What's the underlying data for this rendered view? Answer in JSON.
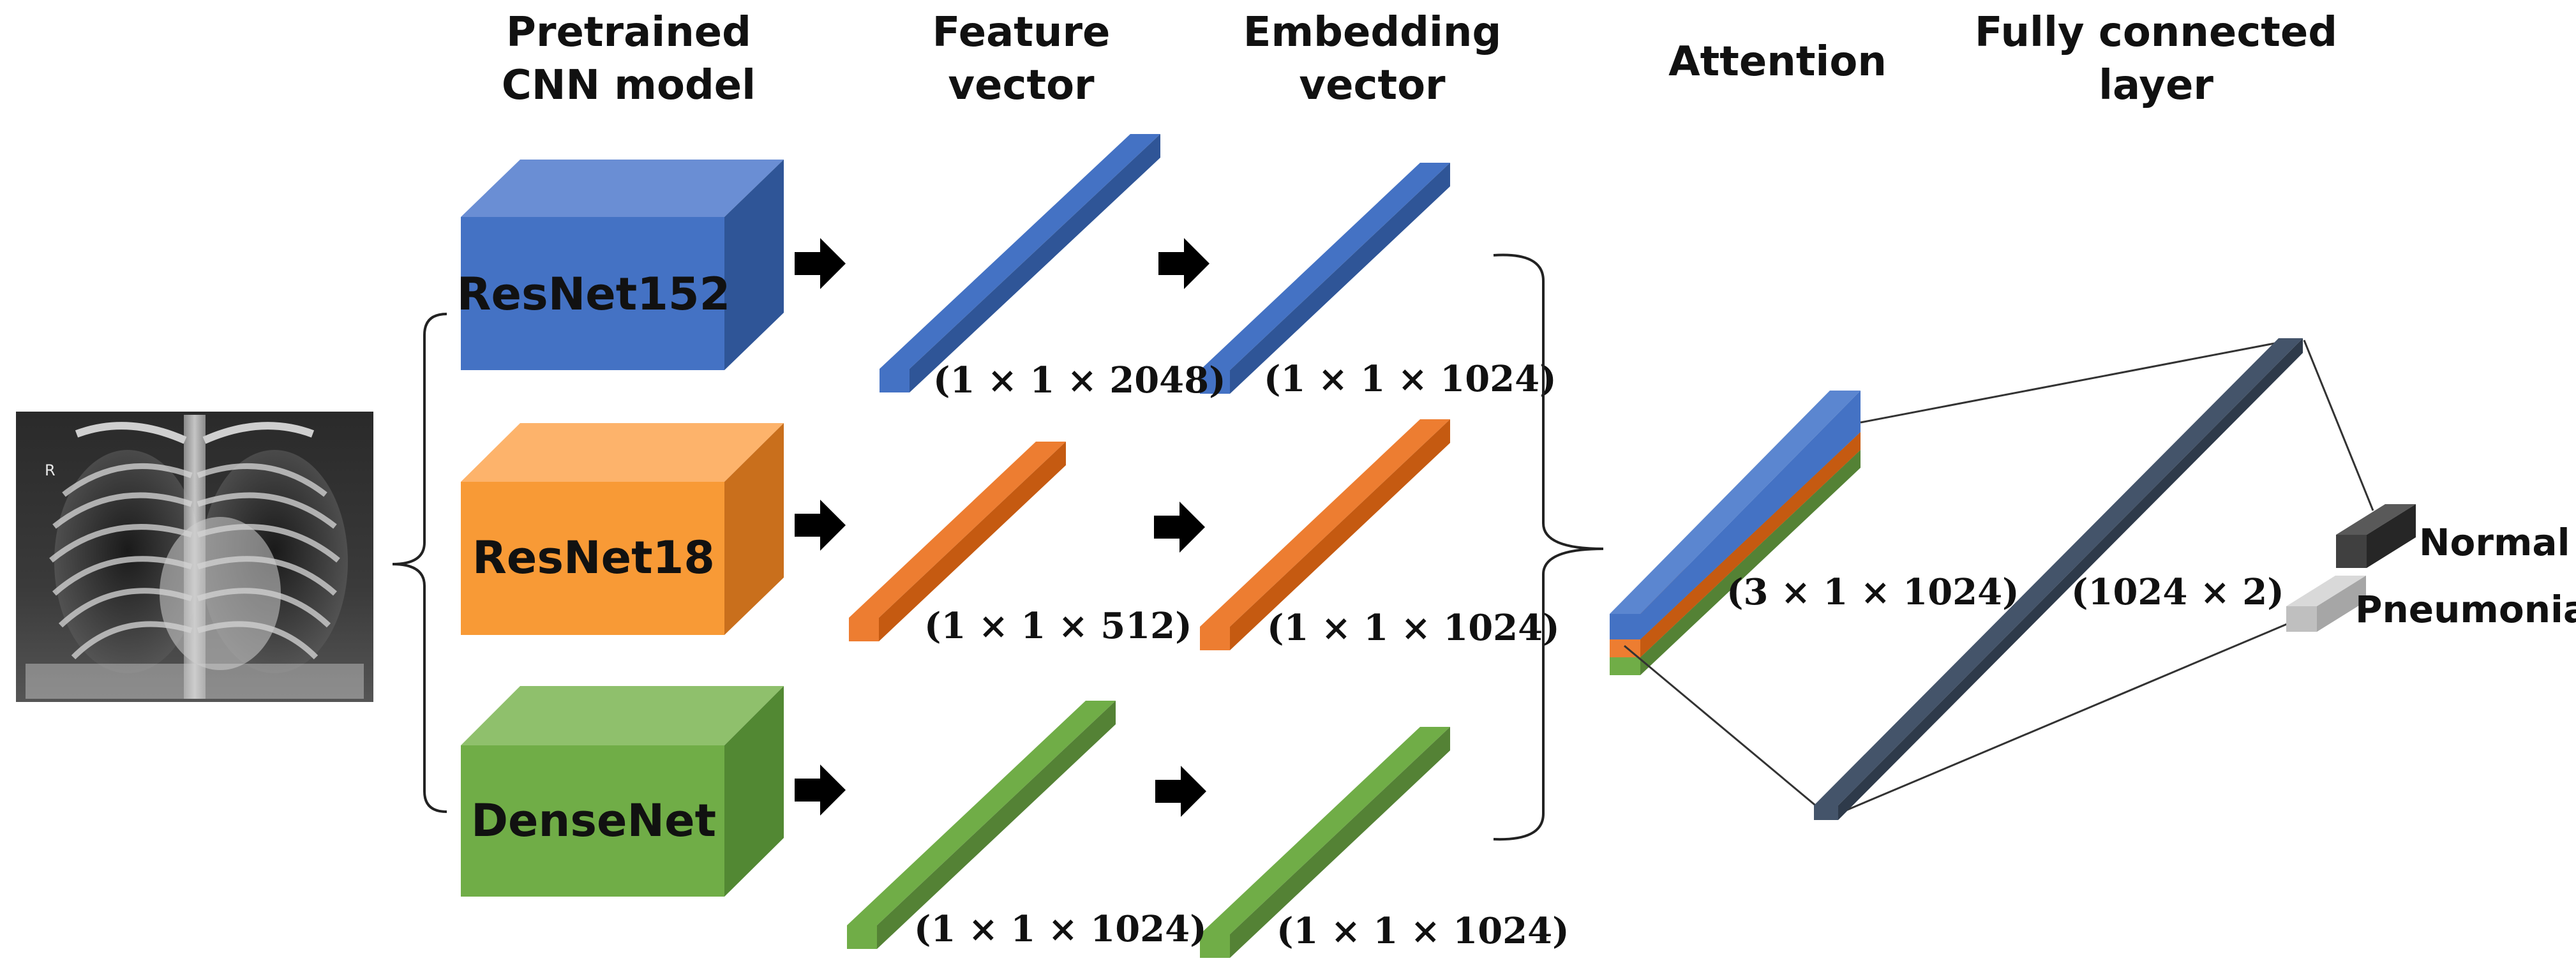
{
  "headers": {
    "pretrained": [
      "Pretrained",
      "CNN model"
    ],
    "feature": [
      "Feature",
      "vector"
    ],
    "embedding": [
      "Embedding",
      "vector"
    ],
    "attention": "Attention",
    "fully_connected": [
      "Fully connected",
      "layer"
    ]
  },
  "models": {
    "resnet152": "ResNet152",
    "resnet18": "ResNet18",
    "densenet": "DenseNet"
  },
  "dimensions": {
    "resnet152_feature": "(1 × 1 × 2048)",
    "resnet152_embedding": "(1 × 1 × 1024)",
    "resnet18_feature": "(1 × 1 × 512)",
    "resnet18_embedding": "(1 × 1 × 1024)",
    "densenet_feature": "(1 × 1 × 1024)",
    "densenet_embedding": "(1 × 1 × 1024)",
    "attention": "(3 × 1 × 1024)",
    "fc": "(1024 × 2)"
  },
  "xray": {
    "marker": "R"
  },
  "outputs": {
    "normal": "Normal",
    "pneumonia": "Pneumonia"
  },
  "colors": {
    "blue": "#4472C4",
    "orange": "#F89A36",
    "green": "#70AD47",
    "navy": "#44546A",
    "dark_gray": "#404040",
    "light_gray": "#BFBFBF"
  }
}
